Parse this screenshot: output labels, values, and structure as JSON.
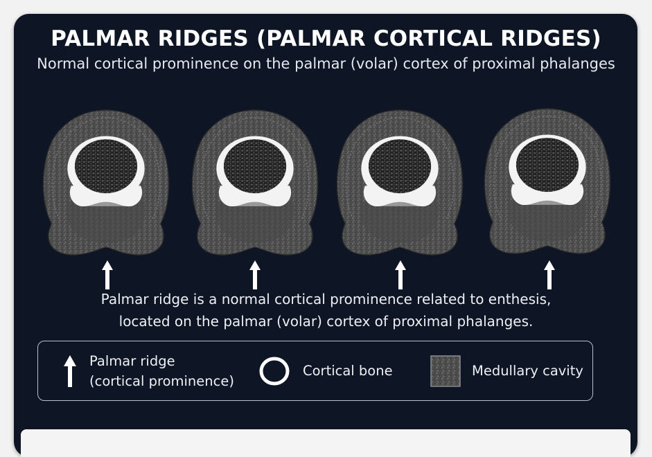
{
  "title": "PALMAR RIDGES (PALMAR CORTICAL RIDGES)",
  "subtitle": "Normal cortical prominence on the palmar (volar) cortex of proximal phalanges",
  "caption": {
    "line1": "Palmar ridge is a normal cortical prominence related to enthesis,",
    "line2": "located on the palmar (volar) cortex of proximal phalanges."
  },
  "legend": {
    "arrow": {
      "line1": "Palmar ridge",
      "line2": "(cortical prominence)",
      "icon": "up-arrow-icon"
    },
    "cortex": {
      "label": "Cortical bone",
      "icon": "ring-icon"
    },
    "medulla": {
      "label": "Medullary cavity",
      "icon": "textured-square-icon"
    }
  },
  "colors": {
    "background": "#0e1626",
    "text": "#ffffff",
    "soft_tissue": "#5d5d5d",
    "cortex": "#f2f2f2",
    "marrow": "#2a2a2a"
  },
  "cross_sections": [
    {
      "label": "cross-section-1"
    },
    {
      "label": "cross-section-2"
    },
    {
      "label": "cross-section-3"
    },
    {
      "label": "cross-section-4"
    }
  ]
}
